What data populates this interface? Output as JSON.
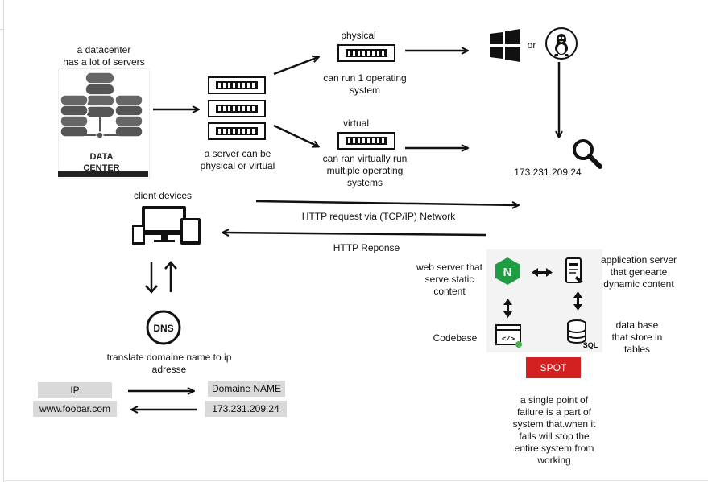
{
  "datacenter": {
    "caption": "a datacenter\nhas a lot of servers",
    "image_text": "DATA\nCENTER"
  },
  "servers": {
    "caption": "a server can be\nphysical or virtual"
  },
  "physical": {
    "title": "physical",
    "caption": "can run 1 operating\nsystem"
  },
  "virtual": {
    "title": "virtual",
    "caption": "can ran virtually  run\nmultiple operating\nsystems"
  },
  "os": {
    "or_label": "or",
    "icons": [
      "windows-logo",
      "linux-tux-logo"
    ]
  },
  "ip_address": "173.231.209.24",
  "client": {
    "caption": "client devices"
  },
  "http": {
    "request_label": "HTTP request via (TCP/IP) Network",
    "response_label": "HTTP Reponse"
  },
  "dns": {
    "icon_text": "DNS",
    "caption": "translate domaine name to ip\nadresse"
  },
  "mapping": {
    "ip_header": "IP",
    "domain_header": "Domaine NAME",
    "domain_value": "www.foobar.com",
    "ip_value": "173.231.209.24"
  },
  "stack": {
    "web_server": "web server that\nserve static\ncontent",
    "app_server": "application server\nthat genearte\ndynamic content",
    "codebase": "Codebase",
    "database": "data base\nthat store in\ntables",
    "nginx_letter": "N",
    "sql_text": "SQL"
  },
  "spot": {
    "label": "SPOT",
    "description": "a single point of\nfailure is a part of\nsystem that.when it\nfails will  stop the\nentire system from\nworking",
    "color": "#d32020"
  },
  "colors": {
    "nginx_green": "#1f9d43",
    "panel_gray": "#f3f3f3",
    "box_gray": "#d9d9d9"
  }
}
